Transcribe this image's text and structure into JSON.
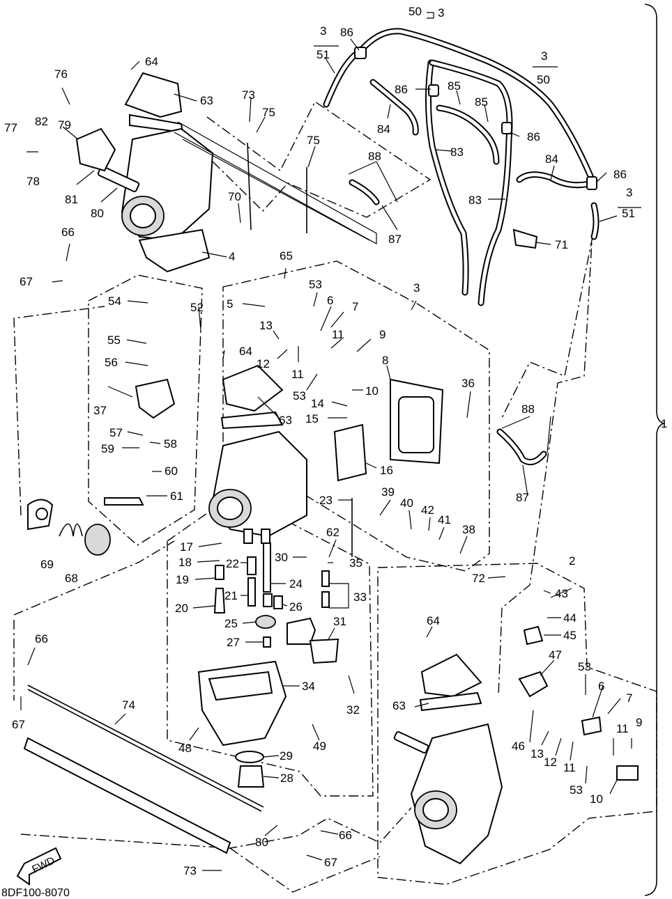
{
  "diagram": {
    "drawing_code": "8DF100-8070",
    "fwd_label": "FWD",
    "group_label": "1",
    "callouts": [
      {
        "id": "c50a",
        "text": "50"
      },
      {
        "id": "c3a",
        "text": "3"
      },
      {
        "id": "c3b",
        "text": "3"
      },
      {
        "id": "c51a",
        "text": "51"
      },
      {
        "id": "c86a",
        "text": "86"
      },
      {
        "id": "c3c",
        "text": "3"
      },
      {
        "id": "c50b",
        "text": "50"
      },
      {
        "id": "c64a",
        "text": "64"
      },
      {
        "id": "c76",
        "text": "76"
      },
      {
        "id": "c63a",
        "text": "63"
      },
      {
        "id": "c73a",
        "text": "73"
      },
      {
        "id": "c75a",
        "text": "75"
      },
      {
        "id": "c75b",
        "text": "75"
      },
      {
        "id": "c77",
        "text": "77"
      },
      {
        "id": "c82",
        "text": "82"
      },
      {
        "id": "c79",
        "text": "79"
      },
      {
        "id": "c78",
        "text": "78"
      },
      {
        "id": "c81",
        "text": "81"
      },
      {
        "id": "c80a",
        "text": "80"
      },
      {
        "id": "c70",
        "text": "70"
      },
      {
        "id": "c66a",
        "text": "66"
      },
      {
        "id": "c4",
        "text": "4"
      },
      {
        "id": "c67a",
        "text": "67"
      },
      {
        "id": "c86b",
        "text": "86"
      },
      {
        "id": "c85a",
        "text": "85"
      },
      {
        "id": "c85b",
        "text": "85"
      },
      {
        "id": "c84a",
        "text": "84"
      },
      {
        "id": "c86c",
        "text": "86"
      },
      {
        "id": "c83a",
        "text": "83"
      },
      {
        "id": "c88a",
        "text": "88"
      },
      {
        "id": "c87a",
        "text": "87"
      },
      {
        "id": "c84b",
        "text": "84"
      },
      {
        "id": "c86d",
        "text": "86"
      },
      {
        "id": "c83b",
        "text": "83"
      },
      {
        "id": "c3d",
        "text": "3"
      },
      {
        "id": "c51b",
        "text": "51"
      },
      {
        "id": "c71",
        "text": "71"
      },
      {
        "id": "c65",
        "text": "65"
      },
      {
        "id": "c3e",
        "text": "3"
      },
      {
        "id": "c5",
        "text": "5"
      },
      {
        "id": "c53a",
        "text": "53"
      },
      {
        "id": "c6a",
        "text": "6"
      },
      {
        "id": "c7a",
        "text": "7"
      },
      {
        "id": "c13a",
        "text": "13"
      },
      {
        "id": "c11a",
        "text": "11"
      },
      {
        "id": "c9a",
        "text": "9"
      },
      {
        "id": "c12a",
        "text": "12"
      },
      {
        "id": "c11b",
        "text": "11"
      },
      {
        "id": "c53b",
        "text": "53"
      },
      {
        "id": "c8",
        "text": "8"
      },
      {
        "id": "c10a",
        "text": "10"
      },
      {
        "id": "c14",
        "text": "14"
      },
      {
        "id": "c15",
        "text": "15"
      },
      {
        "id": "c36",
        "text": "36"
      },
      {
        "id": "c16",
        "text": "16"
      },
      {
        "id": "c54",
        "text": "54"
      },
      {
        "id": "c52",
        "text": "52"
      },
      {
        "id": "c55",
        "text": "55"
      },
      {
        "id": "c64b",
        "text": "64"
      },
      {
        "id": "c56",
        "text": "56"
      },
      {
        "id": "c37",
        "text": "37"
      },
      {
        "id": "c63b",
        "text": "63"
      },
      {
        "id": "c57",
        "text": "57"
      },
      {
        "id": "c58",
        "text": "58"
      },
      {
        "id": "c59",
        "text": "59"
      },
      {
        "id": "c60",
        "text": "60"
      },
      {
        "id": "c61",
        "text": "61"
      },
      {
        "id": "c88b",
        "text": "88"
      },
      {
        "id": "c87b",
        "text": "87"
      },
      {
        "id": "c39",
        "text": "39"
      },
      {
        "id": "c40",
        "text": "40"
      },
      {
        "id": "c42",
        "text": "42"
      },
      {
        "id": "c41",
        "text": "41"
      },
      {
        "id": "c38",
        "text": "38"
      },
      {
        "id": "c23",
        "text": "23"
      },
      {
        "id": "c69",
        "text": "69"
      },
      {
        "id": "c68",
        "text": "68"
      },
      {
        "id": "c62",
        "text": "62"
      },
      {
        "id": "c17",
        "text": "17"
      },
      {
        "id": "c18",
        "text": "18"
      },
      {
        "id": "c22",
        "text": "22"
      },
      {
        "id": "c30",
        "text": "30"
      },
      {
        "id": "c35",
        "text": "35"
      },
      {
        "id": "c19",
        "text": "19"
      },
      {
        "id": "c24",
        "text": "24"
      },
      {
        "id": "c21",
        "text": "21"
      },
      {
        "id": "c33",
        "text": "33"
      },
      {
        "id": "c20",
        "text": "20"
      },
      {
        "id": "c26",
        "text": "26"
      },
      {
        "id": "c25",
        "text": "25"
      },
      {
        "id": "c31",
        "text": "31"
      },
      {
        "id": "c27",
        "text": "27"
      },
      {
        "id": "c72",
        "text": "72"
      },
      {
        "id": "c2",
        "text": "2"
      },
      {
        "id": "c43",
        "text": "43"
      },
      {
        "id": "c44",
        "text": "44"
      },
      {
        "id": "c45",
        "text": "45"
      },
      {
        "id": "c64c",
        "text": "64"
      },
      {
        "id": "c66b",
        "text": "66"
      },
      {
        "id": "c47",
        "text": "47"
      },
      {
        "id": "c34",
        "text": "34"
      },
      {
        "id": "c32",
        "text": "32"
      },
      {
        "id": "c53c",
        "text": "53"
      },
      {
        "id": "c6b",
        "text": "6"
      },
      {
        "id": "c7b",
        "text": "7"
      },
      {
        "id": "c67b",
        "text": "67"
      },
      {
        "id": "c74",
        "text": "74"
      },
      {
        "id": "c63c",
        "text": "63"
      },
      {
        "id": "c48",
        "text": "48"
      },
      {
        "id": "c49",
        "text": "49"
      },
      {
        "id": "c46",
        "text": "46"
      },
      {
        "id": "c13b",
        "text": "13"
      },
      {
        "id": "c12b",
        "text": "12"
      },
      {
        "id": "c11c",
        "text": "11"
      },
      {
        "id": "c11d",
        "text": "11"
      },
      {
        "id": "c9b",
        "text": "9"
      },
      {
        "id": "c29",
        "text": "29"
      },
      {
        "id": "c53d",
        "text": "53"
      },
      {
        "id": "c10b",
        "text": "10"
      },
      {
        "id": "c28",
        "text": "28"
      },
      {
        "id": "c80b",
        "text": "80"
      },
      {
        "id": "c66c",
        "text": "66"
      },
      {
        "id": "c67c",
        "text": "67"
      },
      {
        "id": "c73b",
        "text": "73"
      }
    ]
  }
}
